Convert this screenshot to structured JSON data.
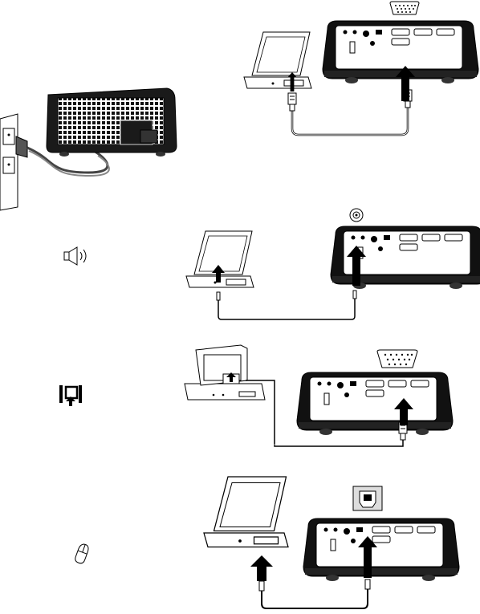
{
  "icons": {
    "audio": "speaker-icon",
    "monitor": "monitor-loop-icon",
    "usb": "mouse-icon",
    "vga": "vga-connector-icon",
    "audio_jack": "audio-jack-icon",
    "usb_b": "usb-b-connector-icon"
  },
  "colors": {
    "line": "#000000",
    "fill_light": "#ffffff",
    "fill_gray": "#cfcfcf",
    "fill_dark": "#1a1a1a",
    "panel": "#e8e8e8"
  },
  "panels": [
    {
      "name": "power-connection"
    },
    {
      "name": "computer-vga-connection"
    },
    {
      "name": "computer-audio-connection"
    },
    {
      "name": "monitor-loop-connection"
    },
    {
      "name": "usb-connection"
    }
  ]
}
